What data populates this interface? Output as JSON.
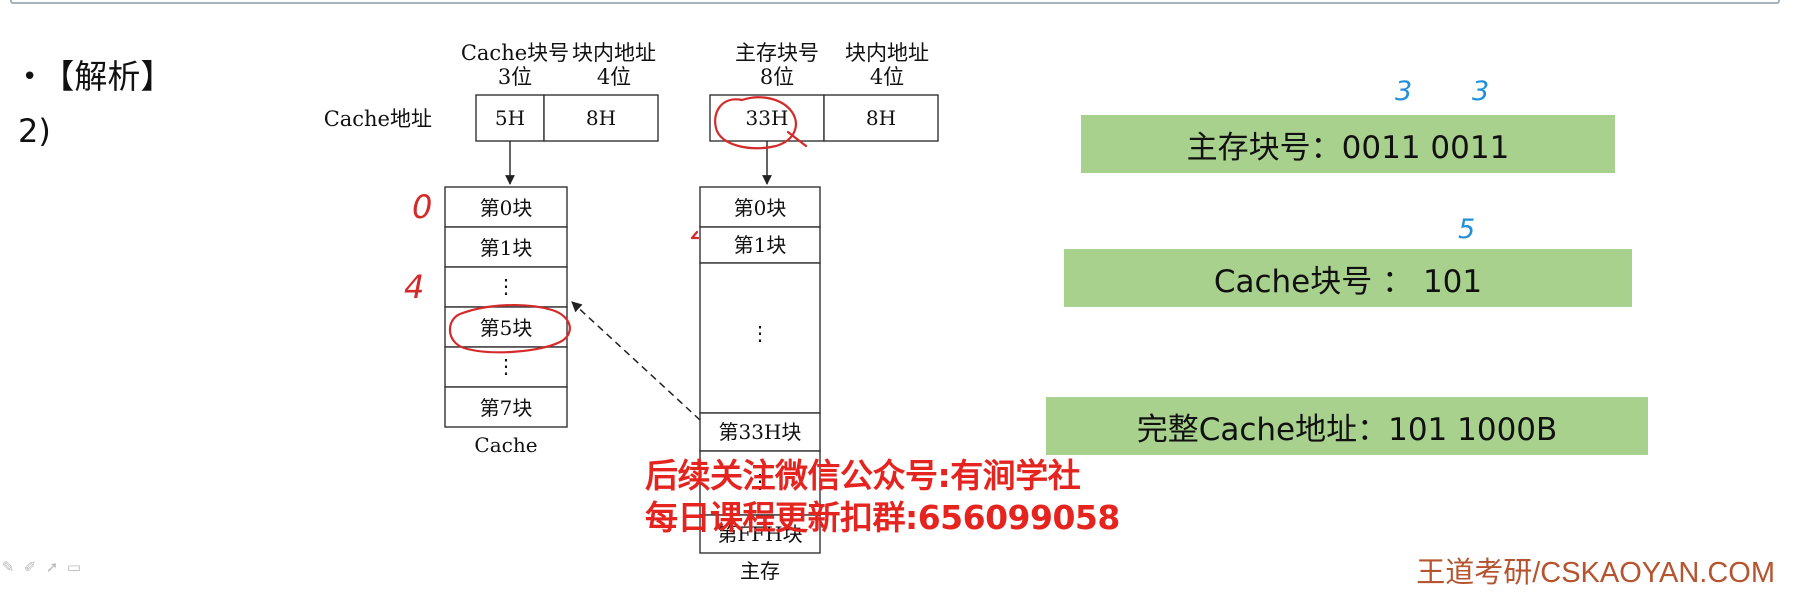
{
  "header": {
    "bullet": "•",
    "section_label": "【解析】",
    "question_number": "2)"
  },
  "cache_address": {
    "row_label": "Cache地址",
    "fields": [
      {
        "header_line1": "Cache块号",
        "header_line2": "3位",
        "value": "5H"
      },
      {
        "header_line1": "块内地址",
        "header_line2": "4位",
        "value": "8H"
      }
    ]
  },
  "main_address": {
    "fields": [
      {
        "header_line1": "主存块号",
        "header_line2": "8位",
        "value": "33H"
      },
      {
        "header_line1": "块内地址",
        "header_line2": "4位",
        "value": "8H"
      }
    ]
  },
  "cache_blocks": {
    "items": [
      "第0块",
      "第1块",
      "⋮",
      "第5块",
      "⋮",
      "第7块"
    ],
    "caption": "Cache"
  },
  "main_blocks": {
    "items": [
      "第0块",
      "第1块",
      "⋮",
      "第33H块",
      "⋮",
      "第FFH块"
    ],
    "caption": "主存"
  },
  "handwritten": {
    "cache_index_0": "0",
    "cache_index_4": "4",
    "note_3_left": "3",
    "note_3_right": "3",
    "note_5": "5",
    "ink_color": "#d42a2a",
    "note_color": "#1e8fd8"
  },
  "results": {
    "main_block": "主存块号：0011 0011",
    "cache_block": "Cache块号 ： 101",
    "full_address": "完整Cache地址：101 1000B",
    "box_color": "#a9d18e"
  },
  "watermark": {
    "line1": "后续关注微信公众号:有涧学社",
    "line2": "每日课程更新扣群:656099058",
    "color": "#e5231f"
  },
  "brand": {
    "text": "王道考研/CSKAOYAN.COM",
    "color": "#b5542e"
  },
  "toolbar": {
    "icons": [
      "pen-icon",
      "marker-icon",
      "pointer-icon",
      "screen-icon"
    ]
  }
}
